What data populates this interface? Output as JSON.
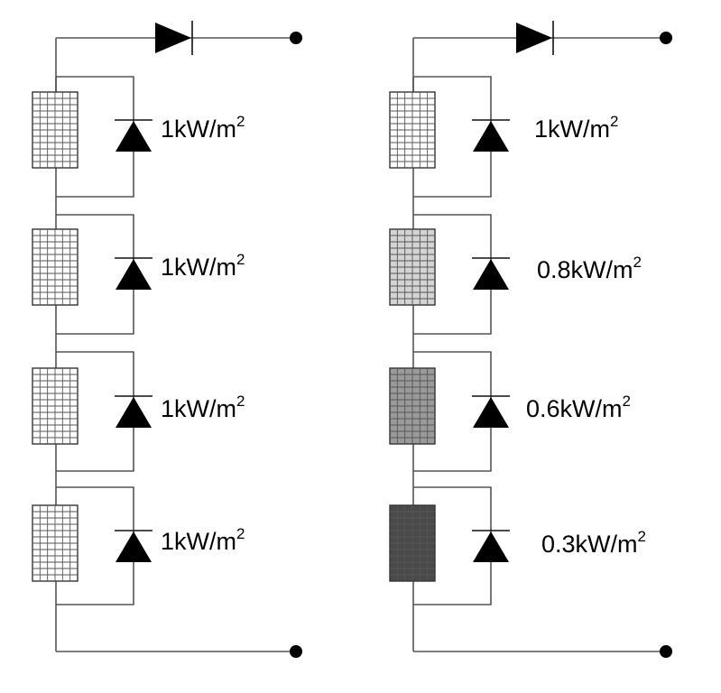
{
  "strings": [
    {
      "modules": [
        {
          "irradiance_value": "1",
          "unit": "kW/m",
          "exponent": "2",
          "shade_color": "#ffffff"
        },
        {
          "irradiance_value": "1",
          "unit": "kW/m",
          "exponent": "2",
          "shade_color": "#ffffff"
        },
        {
          "irradiance_value": "1",
          "unit": "kW/m",
          "exponent": "2",
          "shade_color": "#ffffff"
        },
        {
          "irradiance_value": "1",
          "unit": "kW/m",
          "exponent": "2",
          "shade_color": "#ffffff"
        }
      ]
    },
    {
      "modules": [
        {
          "irradiance_value": "1",
          "unit": "kW/m",
          "exponent": "2",
          "shade_color": "#ffffff"
        },
        {
          "irradiance_value": "0.8",
          "unit": "kW/m",
          "exponent": "2",
          "shade_color": "#d4d4d4"
        },
        {
          "irradiance_value": "0.6",
          "unit": "kW/m",
          "exponent": "2",
          "shade_color": "#9a9a9a"
        },
        {
          "irradiance_value": "0.3",
          "unit": "kW/m",
          "exponent": "2",
          "shade_color": "#4a4a4a"
        }
      ]
    }
  ],
  "colors": {
    "wire": "#555555",
    "diode": "#000000",
    "panel_grid": "#555555"
  }
}
